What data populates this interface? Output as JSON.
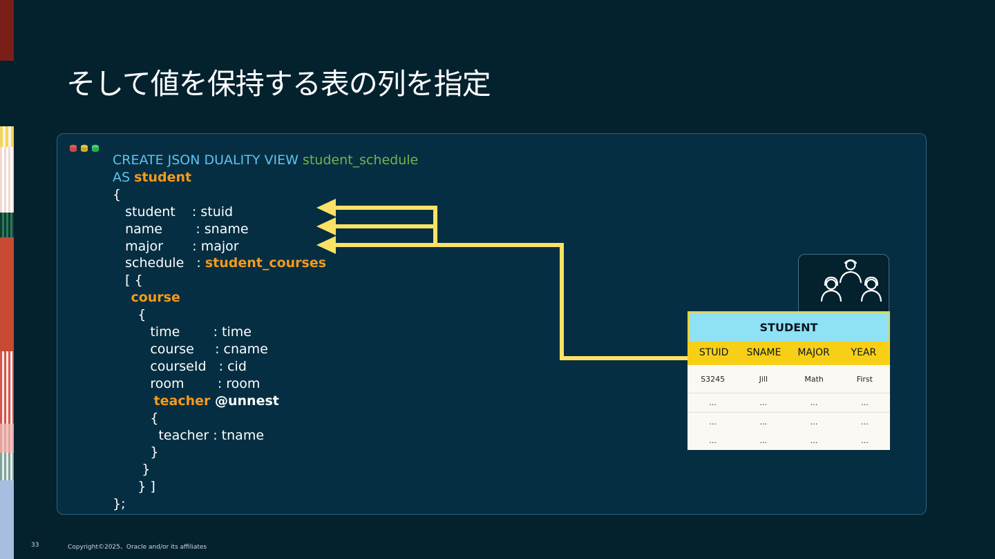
{
  "slide": {
    "title": "そして値を保持する表の列を指定",
    "page_number": "33",
    "copyright": "Copyright©2025、Oracle and/or its affiliates"
  },
  "code": {
    "line1_kw": "CREATE JSON DUALITY VIEW ",
    "line1_name": "student_schedule",
    "line2_kw": "AS ",
    "line2_table": "student",
    "line3": "{",
    "line4": "   student    : stuid",
    "line5": "   name        : sname",
    "line6": "   major       : major",
    "line7_a": "   schedule   : ",
    "line7_b": "student_courses",
    "line8": "   [ {",
    "line9": "    course",
    "line10": "      {",
    "line11": "         time        : time",
    "line12": "         course     : cname",
    "line13": "         courseId   : cid",
    "line14": "         room        : room",
    "line15_a": "         teacher",
    "line15_b": " @unnest",
    "line16": "         {",
    "line17": "           teacher : tname",
    "line18": "         }",
    "line19": "       }",
    "line20": "      } ]",
    "line21": "};"
  },
  "table": {
    "title": "STUDENT",
    "headers": [
      "STUID",
      "SNAME",
      "MAJOR",
      "YEAR"
    ],
    "rows": [
      [
        "S3245",
        "Jill",
        "Math",
        "First"
      ],
      [
        "...",
        "...",
        "...",
        "..."
      ],
      [
        "...",
        "...",
        "...",
        "..."
      ],
      [
        "...",
        "...",
        "...",
        "..."
      ]
    ]
  },
  "icons": {
    "window_dots": "window-control-dots",
    "people": "people-group-icon"
  },
  "colors": {
    "background": "#04212e",
    "panel": "#062e42",
    "keyword": "#5fc3ef",
    "identifier": "#73b54f",
    "highlight": "#f59a1b",
    "arrow": "#fbe264",
    "table_title": "#8fe1f6",
    "table_header": "#f7cf17"
  }
}
